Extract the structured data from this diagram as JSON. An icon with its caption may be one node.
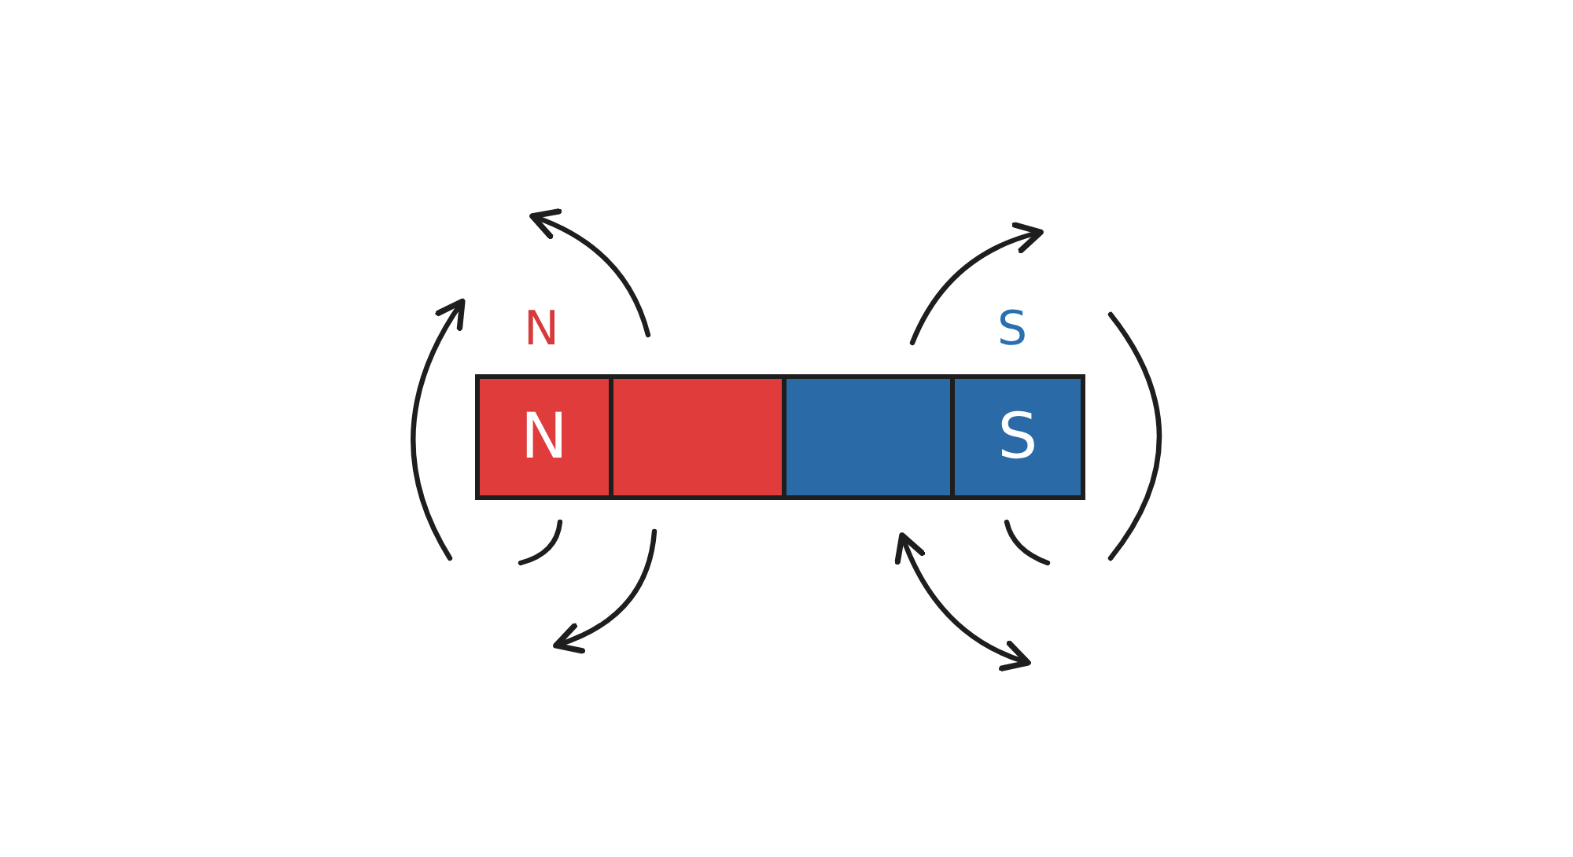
{
  "diagram": {
    "nodes": [
      {
        "text": [
          "N"
        ]
      },
      {
        "text": [],
        "shape": "box"
      },
      {
        "text": [],
        "shape": "box"
      },
      {
        "text": [
          "S"
        ]
      }
    ],
    "labels": [
      "N",
      "S"
    ]
  }
}
